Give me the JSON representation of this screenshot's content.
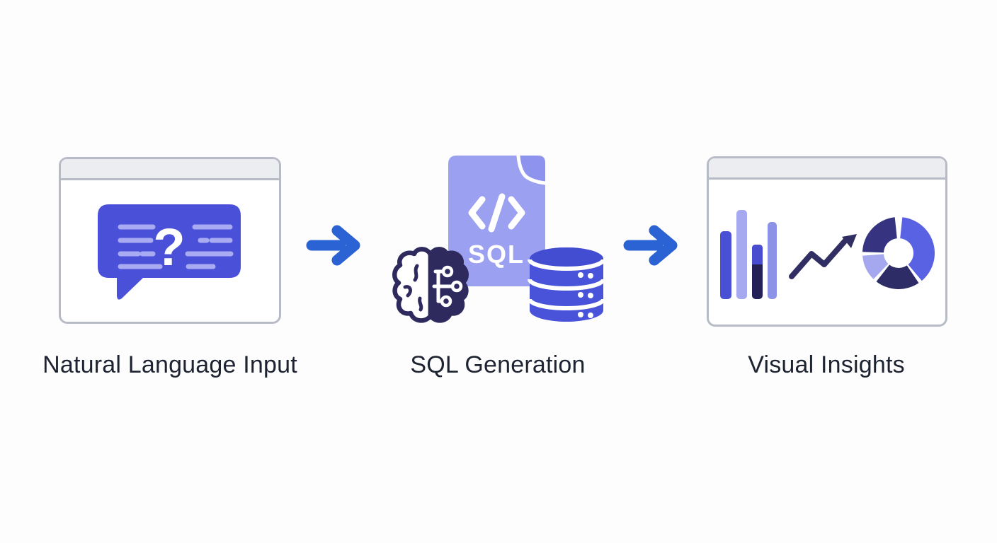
{
  "diagram": {
    "type": "process-flow",
    "direction": "left-to-right",
    "step_count": 3
  },
  "steps": [
    {
      "id": "natural-language-input",
      "label": "Natural Language Input",
      "icon": "chat-bubble-with-question-mark-in-browser-window"
    },
    {
      "id": "sql-generation",
      "label": "SQL Generation",
      "icon": "brain-circuit-plus-sql-file-plus-database",
      "file_code_glyph": "</>",
      "file_label": "SQL"
    },
    {
      "id": "visual-insights",
      "label": "Visual Insights",
      "icon": "bar-chart-trend-arrow-donut-chart-in-browser-window"
    }
  ],
  "connectors": [
    {
      "from": "natural-language-input",
      "to": "sql-generation",
      "icon": "right-arrow"
    },
    {
      "from": "sql-generation",
      "to": "visual-insights",
      "icon": "right-arrow"
    }
  ],
  "question_mark_glyph": "?",
  "colors": {
    "background": "#fdfdfe",
    "flow_arrow": "#2b62d4",
    "window_border": "#b7bbc5",
    "window_header": "#ecedf0",
    "bubble": "#4b50d8",
    "bubble_lines": "#a9abf2",
    "bubble_glyph": "#ffffff",
    "file_body": "#9ba0f0",
    "file_fold": "#8e93ee",
    "file_text": "#ffffff",
    "brain": "#2e2a5e",
    "database": "#4953d9",
    "database_top": "#434dd2",
    "bar1": "#4a50d6",
    "bar2": "#a6a9f0",
    "bar3_top": "#474dce",
    "bar3_bottom": "#232058",
    "bar4": "#8d92e9",
    "trend_arrow": "#312e63",
    "donut_right": "#5a62e4",
    "donut_bottom": "#2e2c66",
    "donut_bottom_left": "#a6a8ef",
    "donut_top_left": "#363480",
    "label_text": "#1d2330"
  }
}
